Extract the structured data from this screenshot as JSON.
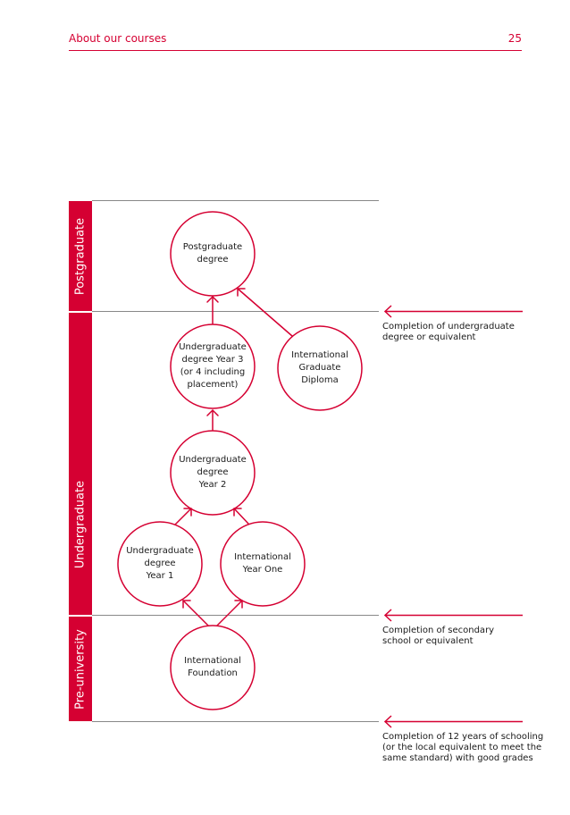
{
  "header": {
    "title": "About our courses",
    "page_number": "25"
  },
  "stages": {
    "postgraduate": "Postgraduate",
    "undergraduate": "Undergraduate",
    "pre_university": "Pre-university"
  },
  "nodes": {
    "postgraduate_degree": "Postgraduate\ndegree",
    "undergraduate_year3": "Undergraduate\ndegree Year 3\n(or 4 including\nplacement)",
    "international_graduate_diploma": "International\nGraduate\nDiploma",
    "undergraduate_year2": "Undergraduate\ndegree\nYear 2",
    "undergraduate_year1": "Undergraduate\ndegree\nYear 1",
    "international_year_one": "International\nYear One",
    "international_foundation": "International\nFoundation"
  },
  "milestones": {
    "undergraduate_completion": "Completion of undergraduate\ndegree or equivalent",
    "secondary_completion": "Completion of secondary\nschool or equivalent",
    "schooling_completion": "Completion of 12 years of schooling\n(or the local equivalent to meet the\nsame standard) with good grades"
  },
  "colors": {
    "accent": "#d50032",
    "divider": "#888888",
    "text": "#1a1a1a"
  }
}
